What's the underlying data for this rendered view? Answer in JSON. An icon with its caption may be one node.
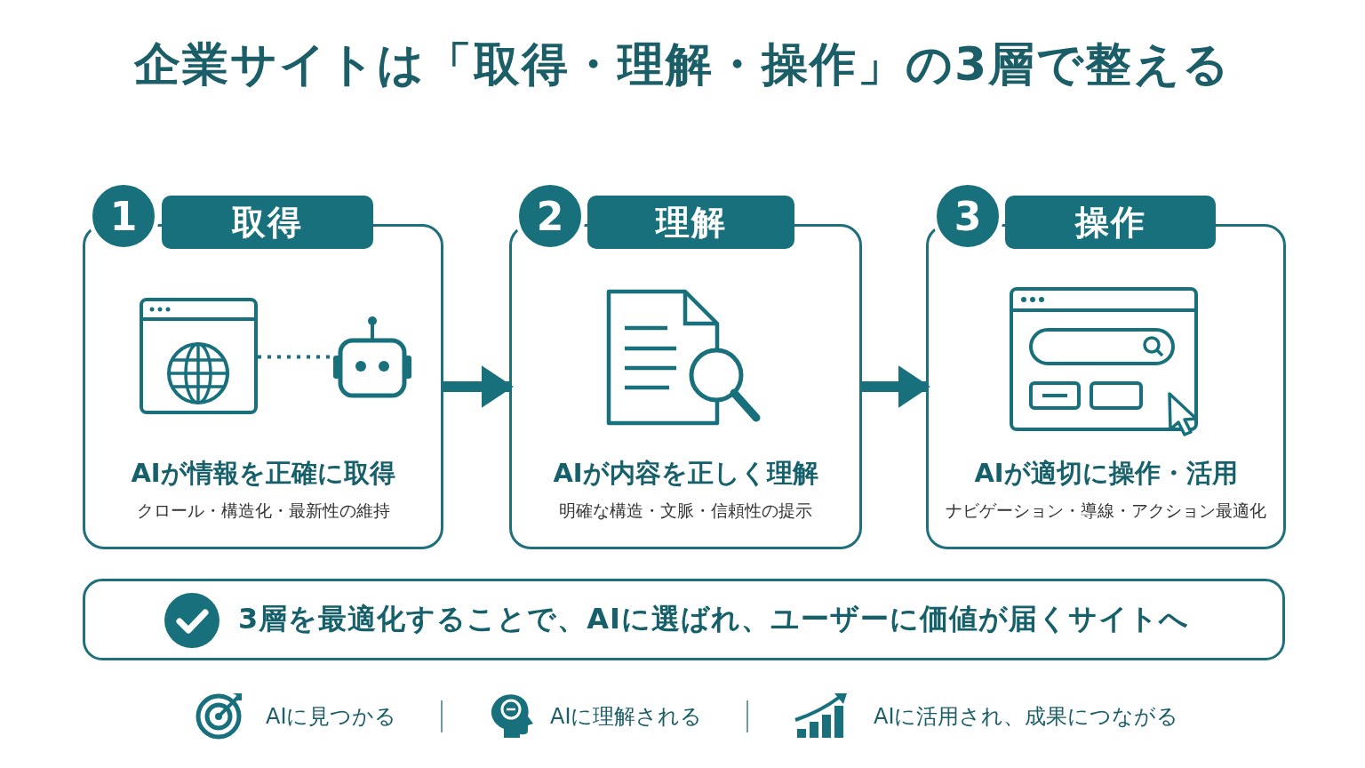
{
  "diagram": {
    "title": "企業サイトは「取得・理解・操作」の3層で整える",
    "nodes": [
      {
        "text": [
          "AIが情報を正確に取得",
          "クロール・構造化・最新性の維持"
        ]
      },
      {
        "text": [
          "1"
        ]
      },
      {
        "text": [
          "取得"
        ]
      },
      {
        "text": [],
        "shape": "picture",
        "in": 0
      },
      {
        "text": [],
        "shape": "picture",
        "in": 0
      },
      {
        "text": [
          "AIが内容を正しく理解",
          "明確な構造・文脈・信頼性の提示"
        ]
      },
      {
        "text": [
          "2"
        ]
      },
      {
        "text": [
          "理解"
        ]
      },
      {
        "text": [
          "AIが適切に操作・活用",
          "ナビゲーション・導線・アクション最適化"
        ]
      },
      {
        "text": [
          "3"
        ]
      },
      {
        "text": [
          "操作"
        ]
      },
      {
        "text": [
          "3層を最適化することで、AIに選ばれ、ユーザーに価値が届くサイトへ"
        ]
      }
    ],
    "edges": [
      {
        "from": 3,
        "to": 4,
        "arrow": "none",
        "style": "dashed"
      },
      {
        "from": 0,
        "to": 5,
        "arrow": "to"
      },
      {
        "from": 5,
        "to": 8,
        "arrow": "to"
      }
    ],
    "labels": [
      "AIに見つかる",
      "AIに理解される",
      "AIに活用され、成果につながる"
    ]
  }
}
